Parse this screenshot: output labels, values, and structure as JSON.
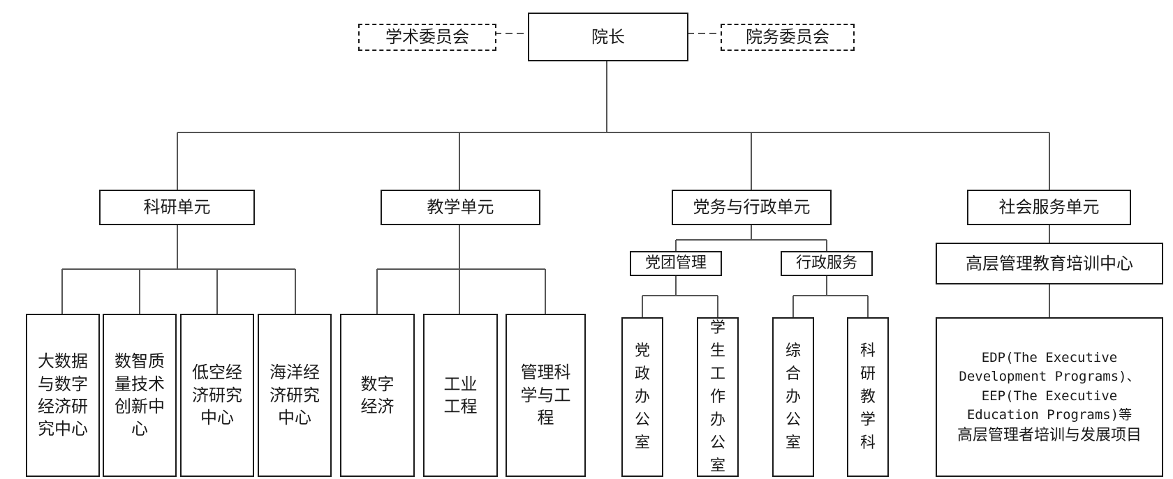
{
  "top": {
    "dean": "院长",
    "academic_committee": "学术委员会",
    "affairs_committee": "院务委员会"
  },
  "units": {
    "research": "科研单元",
    "teaching": "教学单元",
    "party_admin": "党务与行政单元",
    "social_service": "社会服务单元"
  },
  "research_centers": [
    "大数据\n与数字\n经济研\n究中心",
    "数智质\n量技术\n创新中\n心",
    "低空经\n济研究\n中心",
    "海洋经\n济研究\n中心"
  ],
  "teaching_programs": [
    "数字\n经济",
    "工业\n工程",
    "管理科\n学与工\n程"
  ],
  "party_admin_groups": {
    "party_management": "党团管理",
    "admin_service": "行政服务"
  },
  "party_offices": [
    "党\n政\n办\n公\n室",
    "学\n生\n工\n作\n办\n公\n室"
  ],
  "admin_offices": [
    "综\n合\n办\n公\n室",
    "科\n研\n教\n学\n科"
  ],
  "social_service": {
    "center": "高层管理教育培训中心",
    "programs_line1": "EDP(The Executive",
    "programs_line2": "Development Programs)、",
    "programs_line3": "EEP(The Executive",
    "programs_line4": "Education Programs)等",
    "programs_line5": "高层管理者培训与发展项目"
  }
}
